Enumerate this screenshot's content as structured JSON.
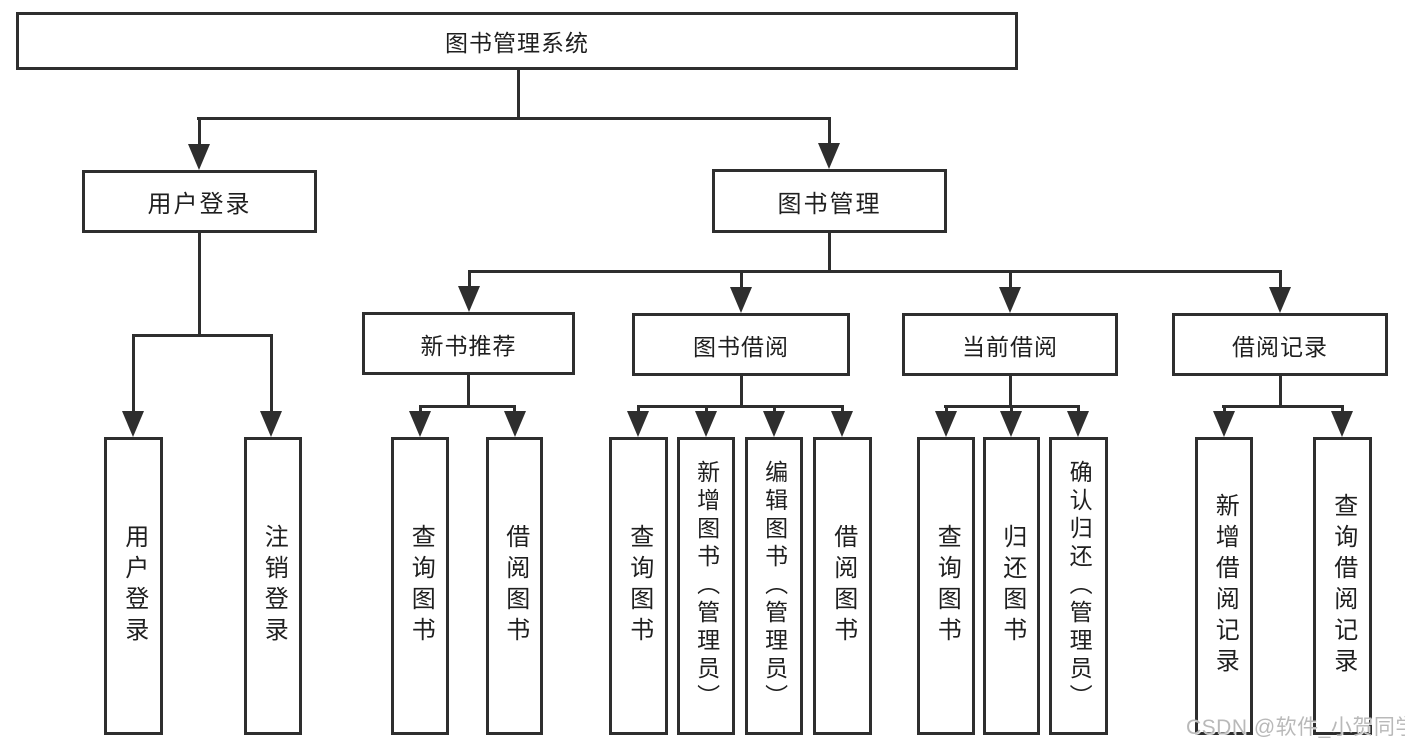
{
  "nodes": {
    "root": {
      "label": "图书管理系统"
    },
    "login": {
      "label": "用户登录"
    },
    "mgmt": {
      "label": "图书管理"
    },
    "newbook": {
      "label": "新书推荐"
    },
    "borrow": {
      "label": "图书借阅"
    },
    "current": {
      "label": "当前借阅"
    },
    "records": {
      "label": "借阅记录"
    },
    "user_login": {
      "label": "用户登录"
    },
    "logout": {
      "label": "注销登录"
    },
    "nb_query": {
      "label": "查询图书"
    },
    "nb_borrow": {
      "label": "借阅图书"
    },
    "bw_query": {
      "label": "查询图书"
    },
    "bw_add": {
      "label": "新增图书（管理员）"
    },
    "bw_edit": {
      "label": "编辑图书（管理员）"
    },
    "bw_borrow": {
      "label": "借阅图书"
    },
    "cur_query": {
      "label": "查询图书"
    },
    "cur_return": {
      "label": "归还图书"
    },
    "cur_confirm": {
      "label": "确认归还（管理员）"
    },
    "rec_add": {
      "label": "新增借阅记录"
    },
    "rec_query": {
      "label": "查询借阅记录"
    }
  },
  "hierarchy": {
    "图书管理系统": {
      "用户登录": [
        "用户登录",
        "注销登录"
      ],
      "图书管理": {
        "新书推荐": [
          "查询图书",
          "借阅图书"
        ],
        "图书借阅": [
          "查询图书",
          "新增图书（管理员）",
          "编辑图书（管理员）",
          "借阅图书"
        ],
        "当前借阅": [
          "查询图书",
          "归还图书",
          "确认归还（管理员）"
        ],
        "借阅记录": [
          "新增借阅记录",
          "查询借阅记录"
        ]
      }
    }
  },
  "watermark": {
    "text": "CSDN @软件_小贺同学"
  },
  "colors": {
    "line": "#2e2e2e",
    "text": "#1f1f1f",
    "background": "#ffffff",
    "watermark": "#b9b9b9"
  }
}
